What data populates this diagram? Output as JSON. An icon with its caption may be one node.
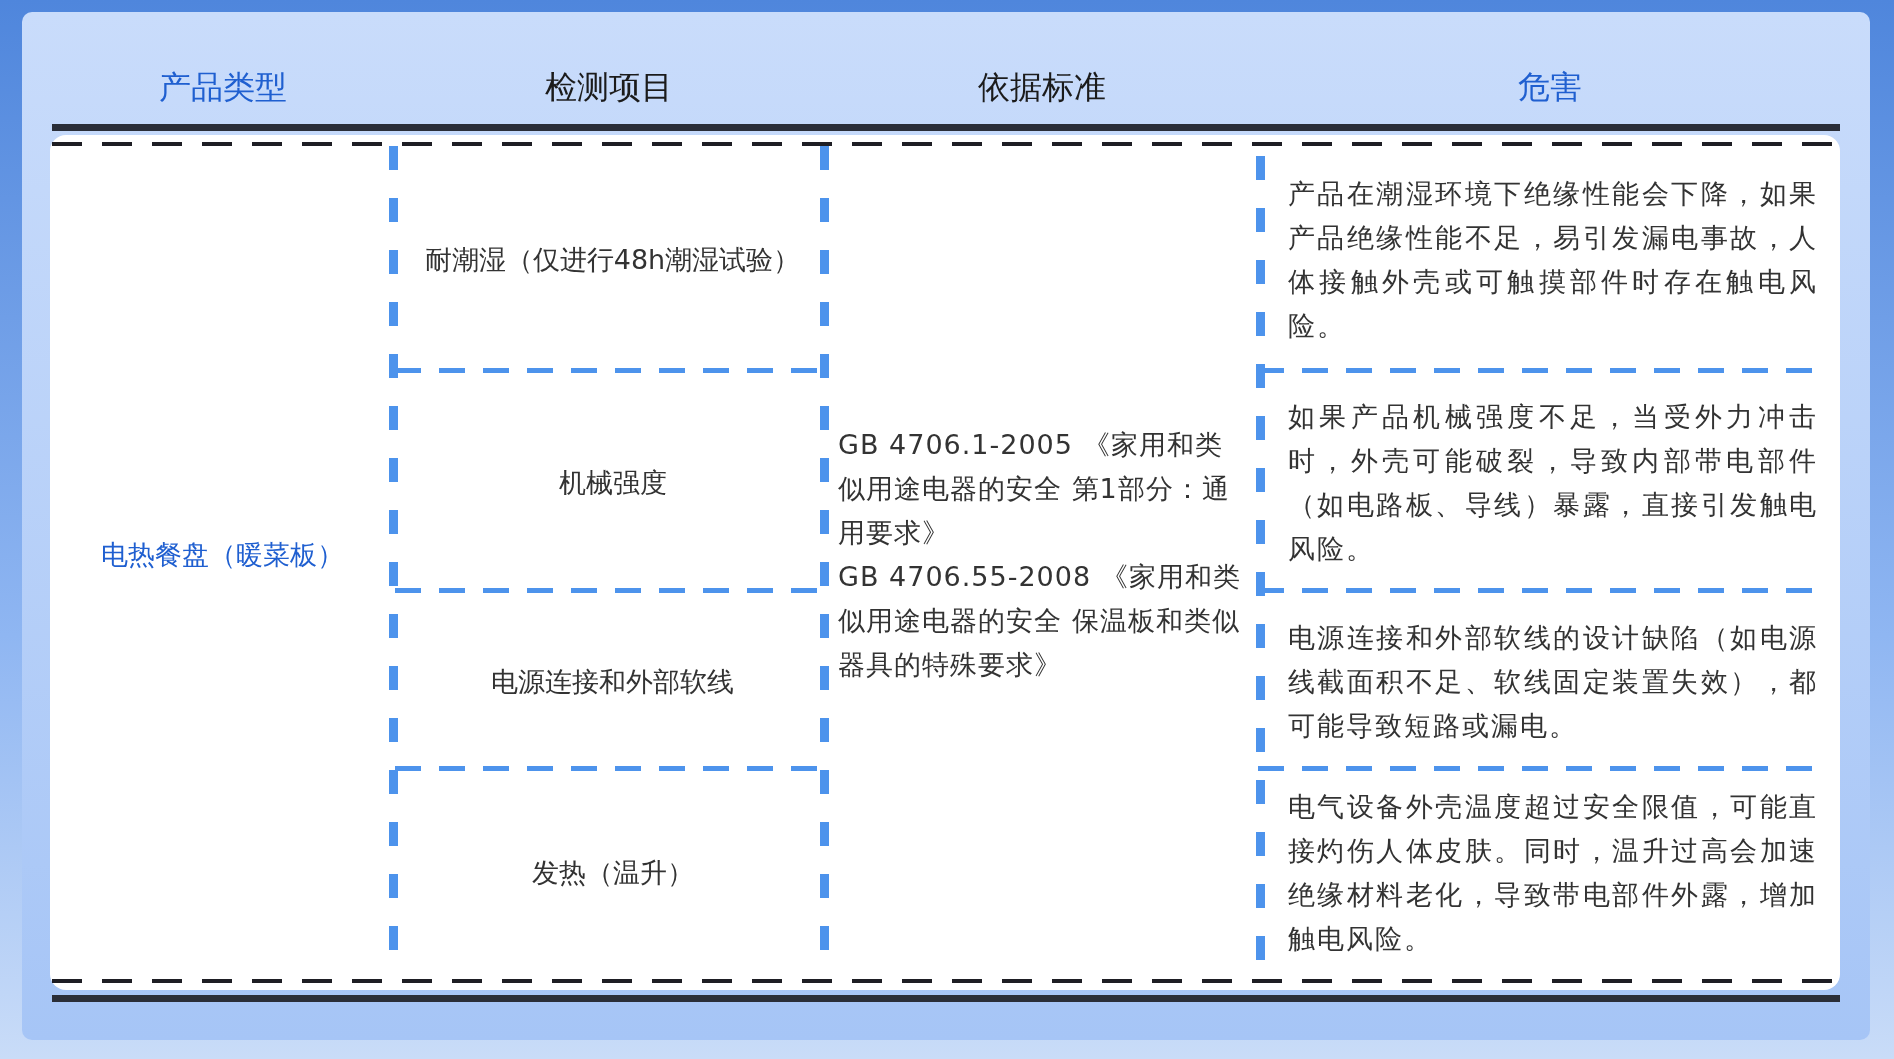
{
  "diagram": {
    "labels": [
      "产品类型",
      "检测项目",
      "依据标准",
      "危害",
      "电热餐盘（暖菜板）",
      "耐潮湿（仅进行48h潮湿试验）",
      "GB 4706.1-2005 《家用和类似用途电器的安全 第1部分：通用要求》",
      "GB 4706.55-2008 《家用和类似用途电器的安全 保温板和类似器具的特殊要求》",
      "产品在潮湿环境下绝缘性能会下降，如果产品绝缘性能不足，易引发漏电事故，人体接触外壳或可触摸部件时存在触电风险。",
      "机械强度",
      "如果产品机械强度不足，当受外力冲击时，外壳可能破裂，导致内部带电部件（如电路板、导线）暴露，直接引发触电风险。",
      "电源连接和外部软线",
      "电源连接和外部软线的设计缺陷（如电源线截面积不足、软线固定装置失效），都可能导致短路或漏电。",
      "发热（温升）",
      "电气设备外壳温度超过安全限值，可能直接灼伤人体皮肤。同时，温升过高会加速绝缘材料老化，导致带电部件外露，增加触电风险。"
    ]
  }
}
